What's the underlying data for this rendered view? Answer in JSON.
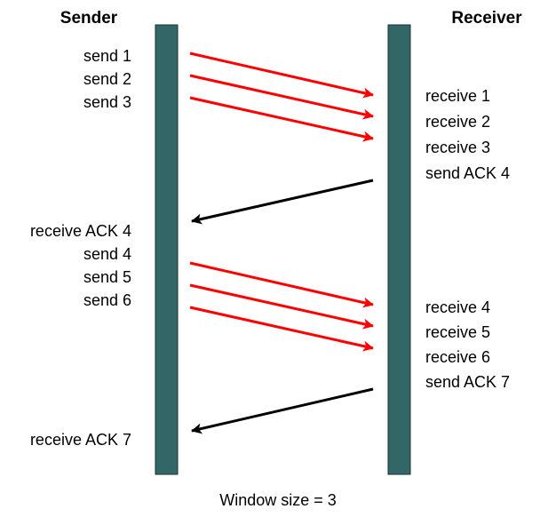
{
  "sender": {
    "title": "Sender",
    "labels": [
      "send 1",
      "send 2",
      "send 3",
      "receive ACK 4",
      "send 4",
      "send 5",
      "send 6",
      "receive ACK 7"
    ]
  },
  "receiver": {
    "title": "Receiver",
    "labels": [
      "receive 1",
      "receive 2",
      "receive 3",
      "send ACK 4",
      "receive 4",
      "receive 5",
      "receive 6",
      "send ACK 7"
    ]
  },
  "caption": "Window size = 3",
  "colors": {
    "timeline": "#336666",
    "data_arrow": "#ff0000",
    "ack_arrow": "#000000",
    "text": "#000000",
    "background": "#ffffff"
  }
}
